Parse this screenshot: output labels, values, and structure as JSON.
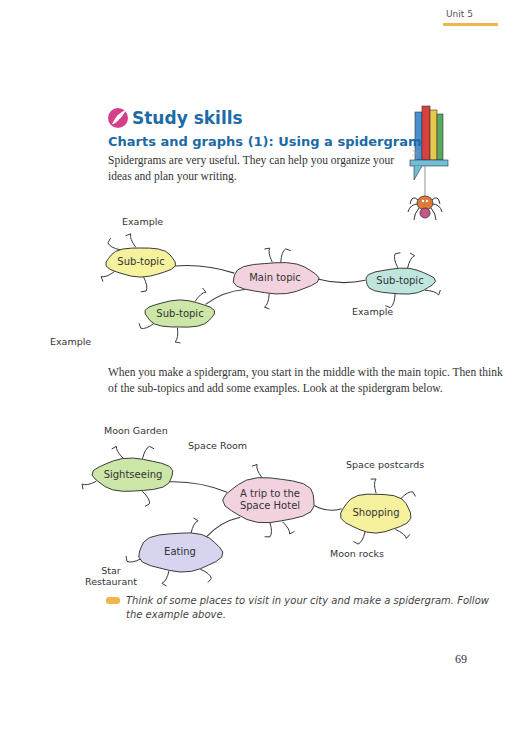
{
  "diagram": {
    "title": "Study skills",
    "nodes": [
      {
        "text": [
          "Sub-topic"
        ]
      },
      {
        "text": [
          "Main topic"
        ]
      },
      {
        "text": [
          "Sub-topic"
        ]
      },
      {
        "text": [
          "Sub-topic"
        ]
      },
      {
        "text": [
          "Sightseeing"
        ]
      },
      {
        "text": [
          "A trip to the Space Hotel"
        ]
      },
      {
        "text": [
          "Shopping"
        ]
      },
      {
        "text": [
          "Eating"
        ]
      }
    ],
    "edges": [
      {
        "from": 1,
        "to": 0,
        "arrow": "none"
      },
      {
        "from": 1,
        "to": 2,
        "arrow": "none"
      },
      {
        "from": 1,
        "to": 3,
        "arrow": "none"
      },
      {
        "from": 5,
        "to": 4,
        "arrow": "none"
      },
      {
        "from": 5,
        "to": 6,
        "arrow": "none"
      },
      {
        "from": 5,
        "to": 7,
        "arrow": "none"
      }
    ],
    "labels": [
      "Unit 5",
      "Charts and graphs (1): Using a spidergram",
      "Spidergrams are very useful. They can help you organize your ideas and plan your writing.",
      "Example",
      "Example",
      "Example",
      "When you make a spidergram, you start in the middle with the main topic. Then think of the sub-topics and add some examples. Look at the spidergram below.",
      "Moon Garden",
      "Space Room",
      "Space postcards",
      "Moon rocks",
      "Star Restaurant",
      "Think of some places to visit in your city and make a spidergram. Follow the example above.",
      "69"
    ]
  }
}
